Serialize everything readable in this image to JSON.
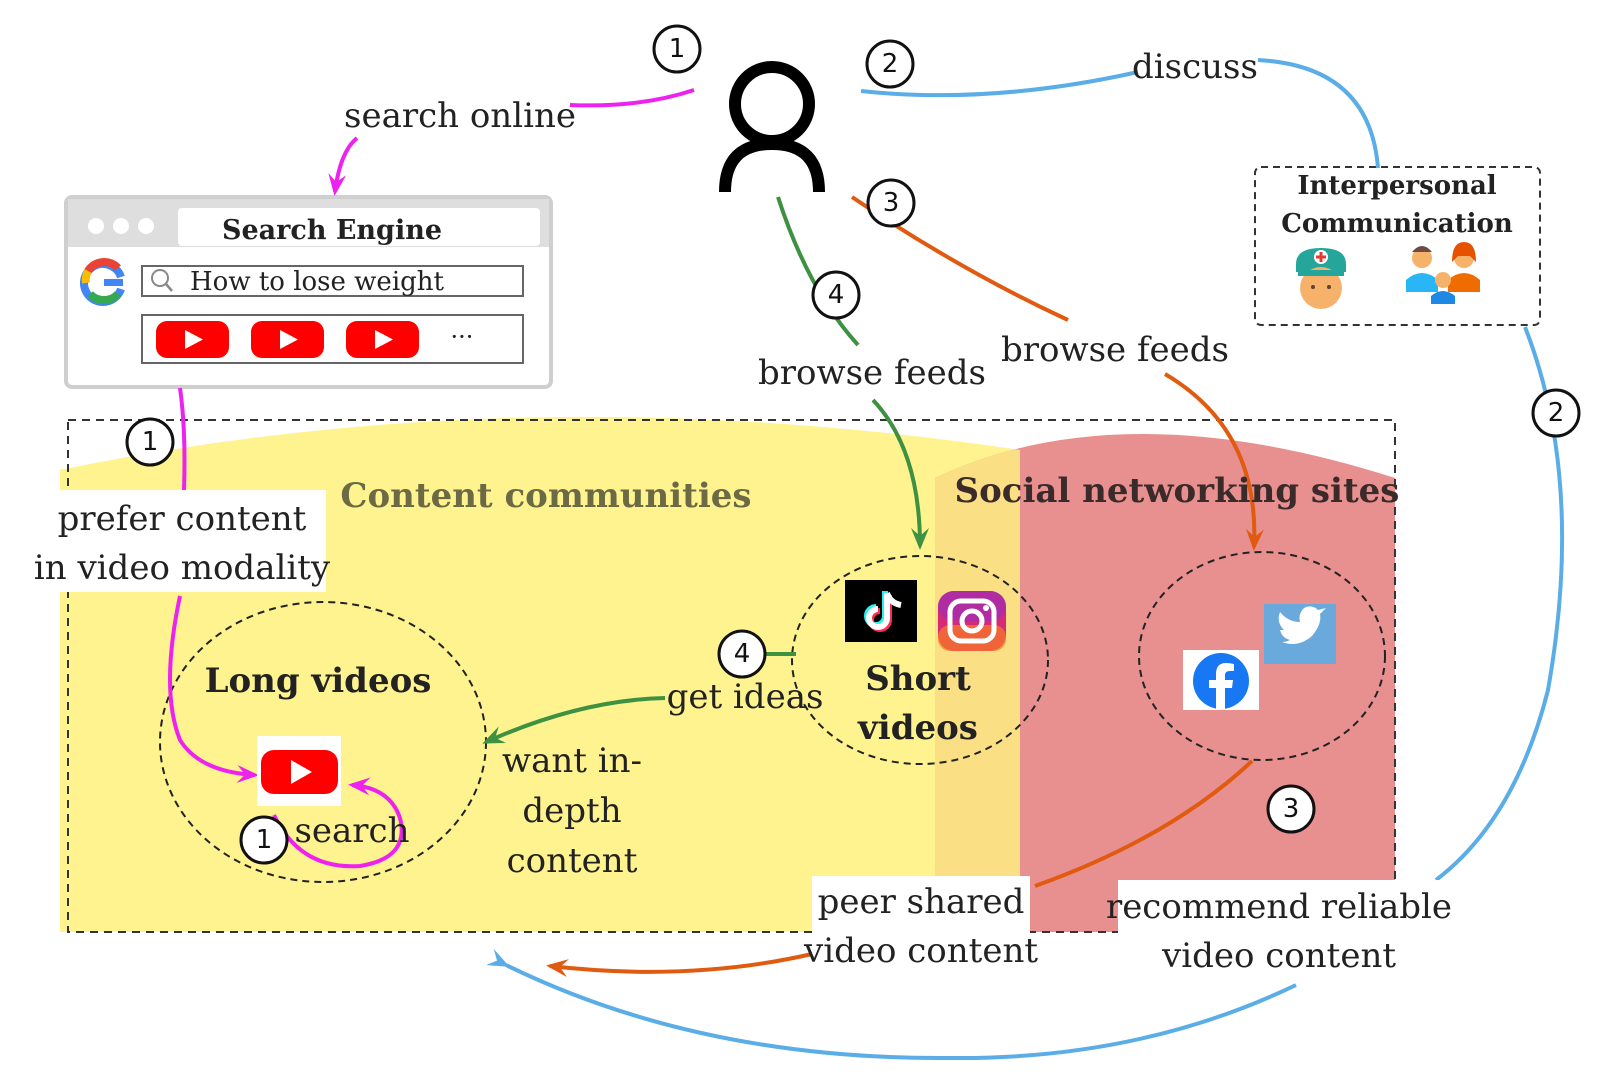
{
  "search_engine": {
    "title": "Search Engine",
    "query": "How to lose weight",
    "more": "···"
  },
  "interpersonal": {
    "title_line1": "Interpersonal",
    "title_line2": "Communication"
  },
  "regions": {
    "content_communities": "Content communities",
    "social_networking": "Social networking sites",
    "long_videos": "Long videos",
    "short_videos_line1": "Short",
    "short_videos_line2": "videos"
  },
  "labels": {
    "search_online": "search online",
    "discuss": "discuss",
    "browse_feeds_green": "browse feeds",
    "browse_feeds_orange": "browse feeds",
    "prefer_line1": "prefer content",
    "prefer_line2": "in video modality",
    "search": "search",
    "get_ideas": "get ideas",
    "want_line1": "want in-",
    "want_line2": "depth",
    "want_line3": "content",
    "peer_line1": "peer shared",
    "peer_line2": "video content",
    "recommend_line1": "recommend reliable",
    "recommend_line2": "video content"
  },
  "steps": {
    "s1_top": "1",
    "s2_top": "2",
    "s3_top": "3",
    "s4_top": "4",
    "s1_left": "1",
    "s1_search": "1",
    "s4_ideas": "4",
    "s3_right": "3",
    "s2_right": "2"
  },
  "icons": {
    "google": "google-logo-icon",
    "magnifier": "search-icon",
    "youtube": "youtube-logo-icon",
    "tiktok": "tiktok-logo-icon",
    "instagram": "instagram-logo-icon",
    "twitter": "twitter-logo-icon",
    "facebook": "facebook-logo-icon",
    "doctor": "doctor-icon",
    "family": "family-icon",
    "user": "user-icon"
  },
  "colors": {
    "search_path": "#ee22ee",
    "interpersonal_path": "#5aade6",
    "social_path": "#e05a10",
    "short_video_path": "#3d9140",
    "content_region": "#fff38f",
    "social_region": "#e88f8f",
    "overlap_region": "#fadf85",
    "youtube_red": "#ff0000"
  }
}
